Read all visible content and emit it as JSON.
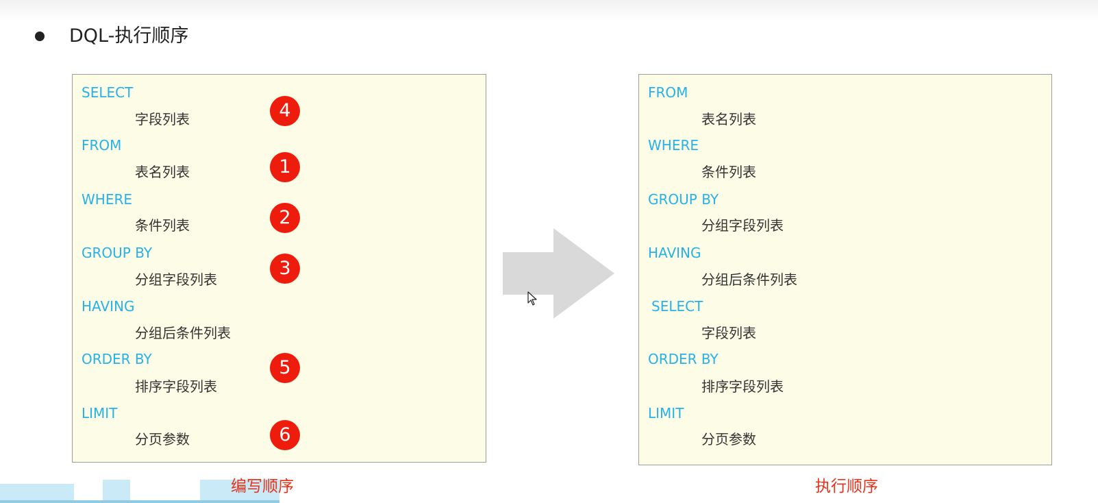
{
  "slide": {
    "title": "DQL-执行顺序"
  },
  "writing_order": {
    "caption": "编写顺序",
    "rows": [
      {
        "keyword": "SELECT",
        "item": "字段列表",
        "step": "4"
      },
      {
        "keyword": "FROM",
        "item": "表名列表",
        "step": "1"
      },
      {
        "keyword": "WHERE",
        "item": "条件列表",
        "step": "2"
      },
      {
        "keyword": "GROUP  BY",
        "item": "分组字段列表",
        "step": "3"
      },
      {
        "keyword": "HAVING",
        "item": "分组后条件列表",
        "step": ""
      },
      {
        "keyword": "ORDER BY",
        "item": "排序字段列表",
        "step": "5"
      },
      {
        "keyword": "LIMIT",
        "item": "分页参数",
        "step": "6"
      }
    ]
  },
  "execution_order": {
    "caption": "执行顺序",
    "rows": [
      {
        "keyword": "FROM",
        "item": "表名列表"
      },
      {
        "keyword": "WHERE",
        "item": "条件列表"
      },
      {
        "keyword": "GROUP  BY",
        "item": "分组字段列表"
      },
      {
        "keyword": "HAVING",
        "item": "分组后条件列表"
      },
      {
        "keyword": "SELECT",
        "item": "字段列表"
      },
      {
        "keyword": "ORDER BY",
        "item": "排序字段列表"
      },
      {
        "keyword": "LIMIT",
        "item": "分页参数"
      }
    ]
  },
  "colors": {
    "keyword": "#26b2e8",
    "badge": "#ee1c0c",
    "caption": "#e8331c",
    "panel_bg": "#fdfce6",
    "arrow": "#d9d9d9"
  },
  "icons": {
    "bullet": "bullet-dot-icon",
    "arrow": "right-arrow-icon",
    "cursor": "mouse-cursor-icon"
  }
}
